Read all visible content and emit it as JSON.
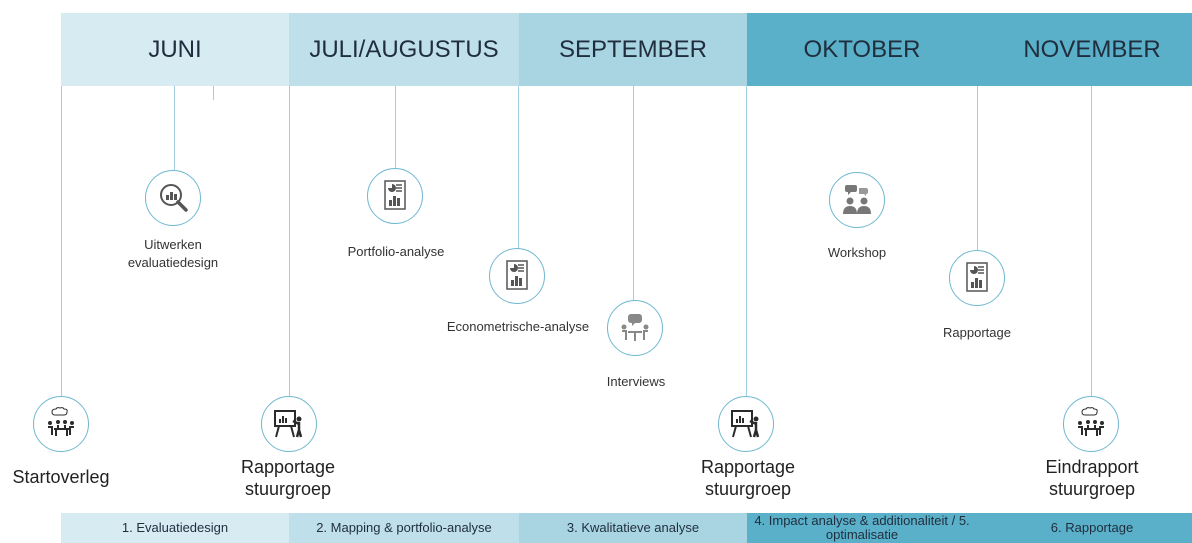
{
  "months": [
    {
      "label": "JUNI",
      "color": "#d6ebf2"
    },
    {
      "label": "JULI/AUGUSTUS",
      "color": "#bfe0ea"
    },
    {
      "label": "SEPTEMBER",
      "color": "#a9d5e3"
    },
    {
      "label": "OKTOBER",
      "color": "#5bb0c9"
    },
    {
      "label": "NOVEMBER",
      "color": "#5bb0c9"
    }
  ],
  "phases": [
    {
      "label": "1. Evaluatiedesign"
    },
    {
      "label": "2. Mapping & portfolio-analyse"
    },
    {
      "label": "3. Kwalitatieve analyse"
    },
    {
      "label": "4. Impact analyse & additionaliteit / 5. optimalisatie"
    },
    {
      "label": "6. Rapportage"
    }
  ],
  "activities": {
    "startoverleg": {
      "label": "Startoverleg",
      "icon": "meeting-icon"
    },
    "uitwerken": {
      "label": "Uitwerken evaluatiedesign",
      "icon": "magnifier-chart-icon"
    },
    "rapportage_stuurgroep_1": {
      "label": "Rapportage stuurgroep",
      "icon": "presentation-icon"
    },
    "portfolio": {
      "label": "Portfolio-analyse",
      "icon": "report-icon"
    },
    "econometrische": {
      "label": "Econometrische-analyse",
      "icon": "report-icon"
    },
    "interviews": {
      "label": "Interviews",
      "icon": "interview-icon"
    },
    "rapportage_stuurgroep_2": {
      "label": "Rapportage stuurgroep",
      "icon": "presentation-icon"
    },
    "workshop": {
      "label": "Workshop",
      "icon": "people-chat-icon"
    },
    "rapportage": {
      "label": "Rapportage",
      "icon": "report-icon"
    },
    "eindrapport": {
      "label": "Eindrapport stuurgroep",
      "icon": "meeting-icon"
    }
  },
  "colors": {
    "line": "#9fcfe0",
    "circle_border": "#6fb8d0",
    "icon": "#2b2b2b"
  }
}
